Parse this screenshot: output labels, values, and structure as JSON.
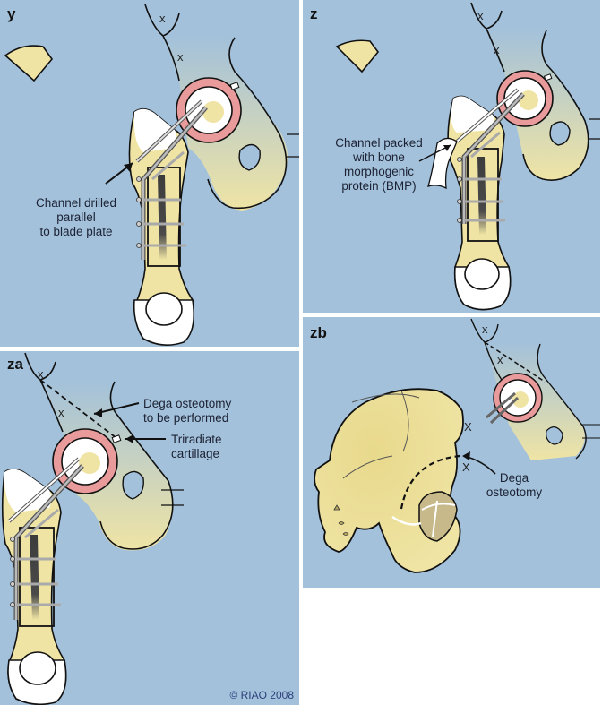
{
  "figure": {
    "panels": [
      {
        "id": "y",
        "label": "y",
        "annotations": [
          "Channel drilled",
          "parallel",
          "to blade plate"
        ],
        "marks": [
          "x",
          "x"
        ]
      },
      {
        "id": "z",
        "label": "z",
        "annotations": [
          "Channel packed",
          "with bone",
          "morphogenic",
          "protein (BMP)"
        ],
        "marks": [
          "x",
          "x"
        ]
      },
      {
        "id": "za",
        "label": "za",
        "annotations": {
          "osteotomy": [
            "Dega osteotomy",
            "to be performed"
          ],
          "cartilage": [
            "Triradiate",
            "cartillage"
          ]
        },
        "marks": [
          "x",
          "x"
        ]
      },
      {
        "id": "zb",
        "label": "zb",
        "annotations": [
          "Dega",
          "osteotomy"
        ],
        "marks": [
          "x",
          "x",
          "X",
          "X"
        ]
      }
    ],
    "copyright": "© RIAO 2008"
  },
  "colors": {
    "background": "#a3c1db",
    "bone": "#efe4a4",
    "cartilage_pink": "#e99a9a",
    "implant_gray": "#9a9a9a",
    "canal_dark": "#3c3c3c"
  }
}
